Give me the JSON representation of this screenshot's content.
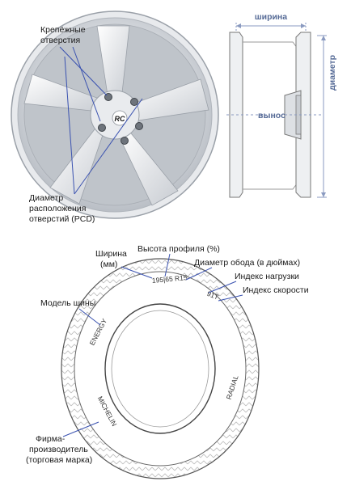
{
  "rim": {
    "mount_holes": [
      "Крепёжные",
      "отверстия"
    ],
    "pcd": [
      "Диаметр",
      "расположения",
      "отверстий (PCD)"
    ],
    "center_logo": "RC"
  },
  "profile": {
    "width": "ширина",
    "offset": "вынос",
    "diameter": "диаметр"
  },
  "tire": {
    "width": [
      "Ширина",
      "(мм)"
    ],
    "profile_height": "Высота профиля (%)",
    "rim_diameter": "Диаметр обода (в дюймах)",
    "load_index": "Индекс нагрузки",
    "speed_index": "Индекс скорости",
    "model": "Модель шины",
    "manufacturer": [
      "Фирма-",
      "производитель",
      "(торговая марка)"
    ],
    "sidewall_size": "195|65 R15",
    "sidewall_index": "91T",
    "sidewall_model": "ENERGY",
    "sidewall_brand": "MICHELIN",
    "sidewall_type": "RADIAL"
  },
  "colors": {
    "dimension_lines": "#8a9ac0",
    "pointer_lines": "#3a52b0",
    "dimension_text": "#556a96"
  }
}
